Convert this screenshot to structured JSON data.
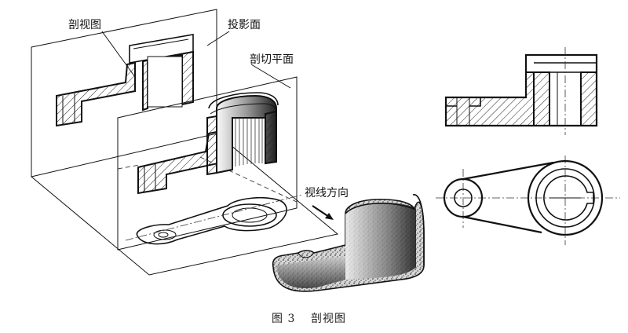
{
  "labels": {
    "section_view": "剖视图",
    "projection_plane": "投影面",
    "cutting_plane": "剖切平面",
    "view_direction": "视线方向"
  },
  "caption": {
    "figure_number": "图 3",
    "title": "剖视图"
  },
  "colors": {
    "ink": "#111111",
    "background": "#ffffff"
  }
}
